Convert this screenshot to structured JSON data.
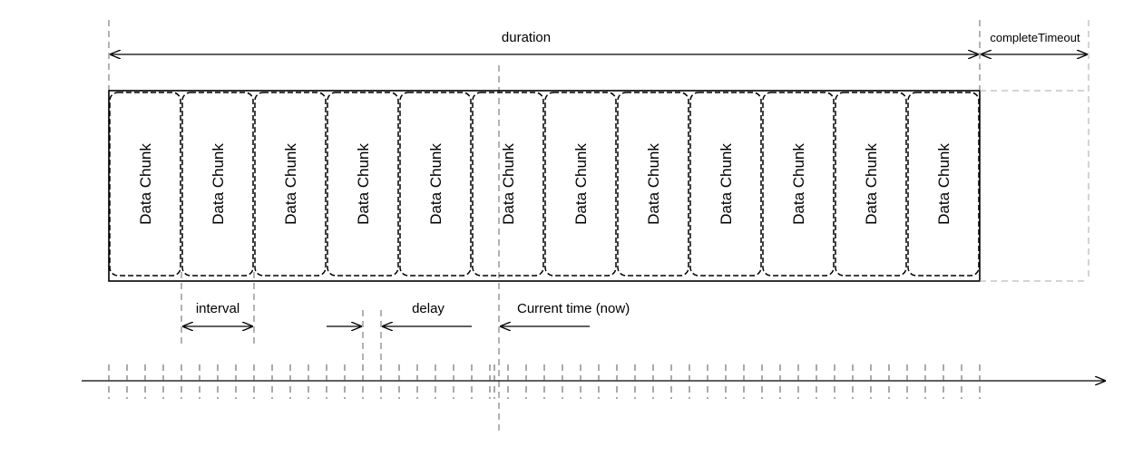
{
  "labels": {
    "duration": "duration",
    "complete_timeout": "completeTimeout",
    "interval": "interval",
    "delay": "delay",
    "current_time": "Current time (now)"
  },
  "chunks": [
    "Data Chunk",
    "Data Chunk",
    "Data Chunk",
    "Data Chunk",
    "Data Chunk",
    "Data Chunk",
    "Data Chunk",
    "Data Chunk",
    "Data Chunk",
    "Data Chunk",
    "Data Chunk",
    "Data Chunk"
  ],
  "colors": {
    "line": "#000000",
    "guide": "#555555",
    "light": "#aaaaaa"
  }
}
